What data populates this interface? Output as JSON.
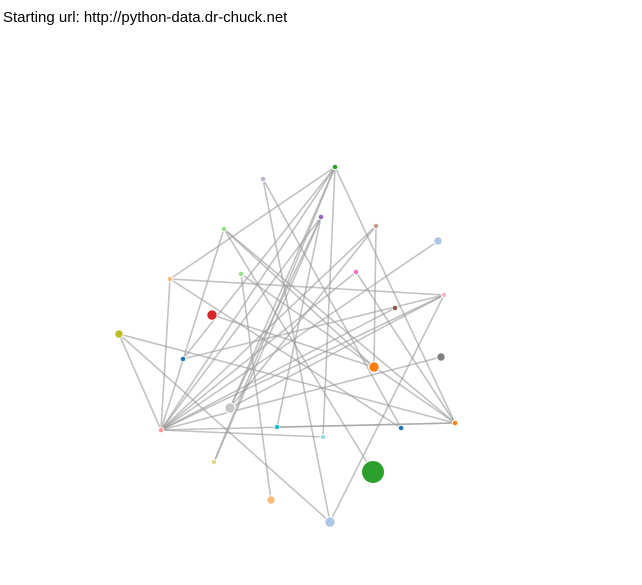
{
  "header": {
    "label": "Starting url:",
    "url": "http://python-data.dr-chuck.net"
  },
  "graph": {
    "nodes": [
      {
        "id": "n1",
        "rank": 1,
        "color": "#2ca02c"
      },
      {
        "id": "n2",
        "rank": 1,
        "color": "#c5b0d5"
      },
      {
        "id": "n3",
        "rank": 1,
        "color": "#9467bd"
      },
      {
        "id": "n4",
        "rank": 1,
        "color": "#c49c94"
      },
      {
        "id": "n5",
        "rank": 1,
        "color": "#98df8a"
      },
      {
        "id": "n6",
        "rank": 1,
        "color": "#98df8a"
      },
      {
        "id": "n7",
        "rank": 1,
        "color": "#e377c2"
      },
      {
        "id": "n8",
        "rank": 2,
        "color": "#aec7e8"
      },
      {
        "id": "n9",
        "rank": 1,
        "color": "#ffbb78"
      },
      {
        "id": "n10",
        "rank": 1,
        "color": "#f7b6d2"
      },
      {
        "id": "n11",
        "rank": 1,
        "color": "#8c564b"
      },
      {
        "id": "n12",
        "rank": 3,
        "color": "#d62728"
      },
      {
        "id": "n13",
        "rank": 2,
        "color": "#bcbd22"
      },
      {
        "id": "n14",
        "rank": 1,
        "color": "#1f77b4"
      },
      {
        "id": "n15",
        "rank": 2,
        "color": "#7f7f7f"
      },
      {
        "id": "n16",
        "rank": 3,
        "color": "#ff7f0e"
      },
      {
        "id": "n17",
        "rank": 3,
        "color": "#c7c7c7"
      },
      {
        "id": "n18",
        "rank": 1,
        "color": "#ff9896"
      },
      {
        "id": "n19",
        "rank": 1,
        "color": "#17becf"
      },
      {
        "id": "n20",
        "rank": 1,
        "color": "#9edae5"
      },
      {
        "id": "n21",
        "rank": 1,
        "color": "#1f77b4"
      },
      {
        "id": "n22",
        "rank": 1,
        "color": "#ff7f0e"
      },
      {
        "id": "n23",
        "rank": 1,
        "color": "#dbdb8d"
      },
      {
        "id": "n24",
        "rank": 2,
        "color": "#ffbb78"
      },
      {
        "id": "n25",
        "rank": 7,
        "color": "#2ca02c"
      },
      {
        "id": "n26",
        "rank": 3,
        "color": "#aec7e8"
      }
    ],
    "links": [
      [
        "n1",
        "n18"
      ],
      [
        "n1",
        "n17"
      ],
      [
        "n1",
        "n20"
      ],
      [
        "n1",
        "n23"
      ],
      [
        "n1",
        "n9"
      ],
      [
        "n1",
        "n22"
      ],
      [
        "n1",
        "n14"
      ],
      [
        "n2",
        "n21"
      ],
      [
        "n2",
        "n26"
      ],
      [
        "n3",
        "n18"
      ],
      [
        "n3",
        "n17"
      ],
      [
        "n3",
        "n19"
      ],
      [
        "n3",
        "n23"
      ],
      [
        "n4",
        "n18"
      ],
      [
        "n4",
        "n17"
      ],
      [
        "n4",
        "n16"
      ],
      [
        "n5",
        "n25"
      ],
      [
        "n5",
        "n22"
      ],
      [
        "n5",
        "n18"
      ],
      [
        "n5",
        "n16"
      ],
      [
        "n6",
        "n24"
      ],
      [
        "n6",
        "n22"
      ],
      [
        "n7",
        "n18"
      ],
      [
        "n7",
        "n22"
      ],
      [
        "n8",
        "n18"
      ],
      [
        "n9",
        "n21"
      ],
      [
        "n9",
        "n10"
      ],
      [
        "n9",
        "n18"
      ],
      [
        "n10",
        "n14"
      ],
      [
        "n10",
        "n26"
      ],
      [
        "n10",
        "n17"
      ],
      [
        "n10",
        "n18"
      ],
      [
        "n11",
        "n18"
      ],
      [
        "n12",
        "n16"
      ],
      [
        "n13",
        "n26"
      ],
      [
        "n13",
        "n22"
      ],
      [
        "n13",
        "n18"
      ],
      [
        "n15",
        "n18"
      ],
      [
        "n18",
        "n22"
      ],
      [
        "n19",
        "n22"
      ],
      [
        "n20",
        "n18"
      ]
    ]
  }
}
